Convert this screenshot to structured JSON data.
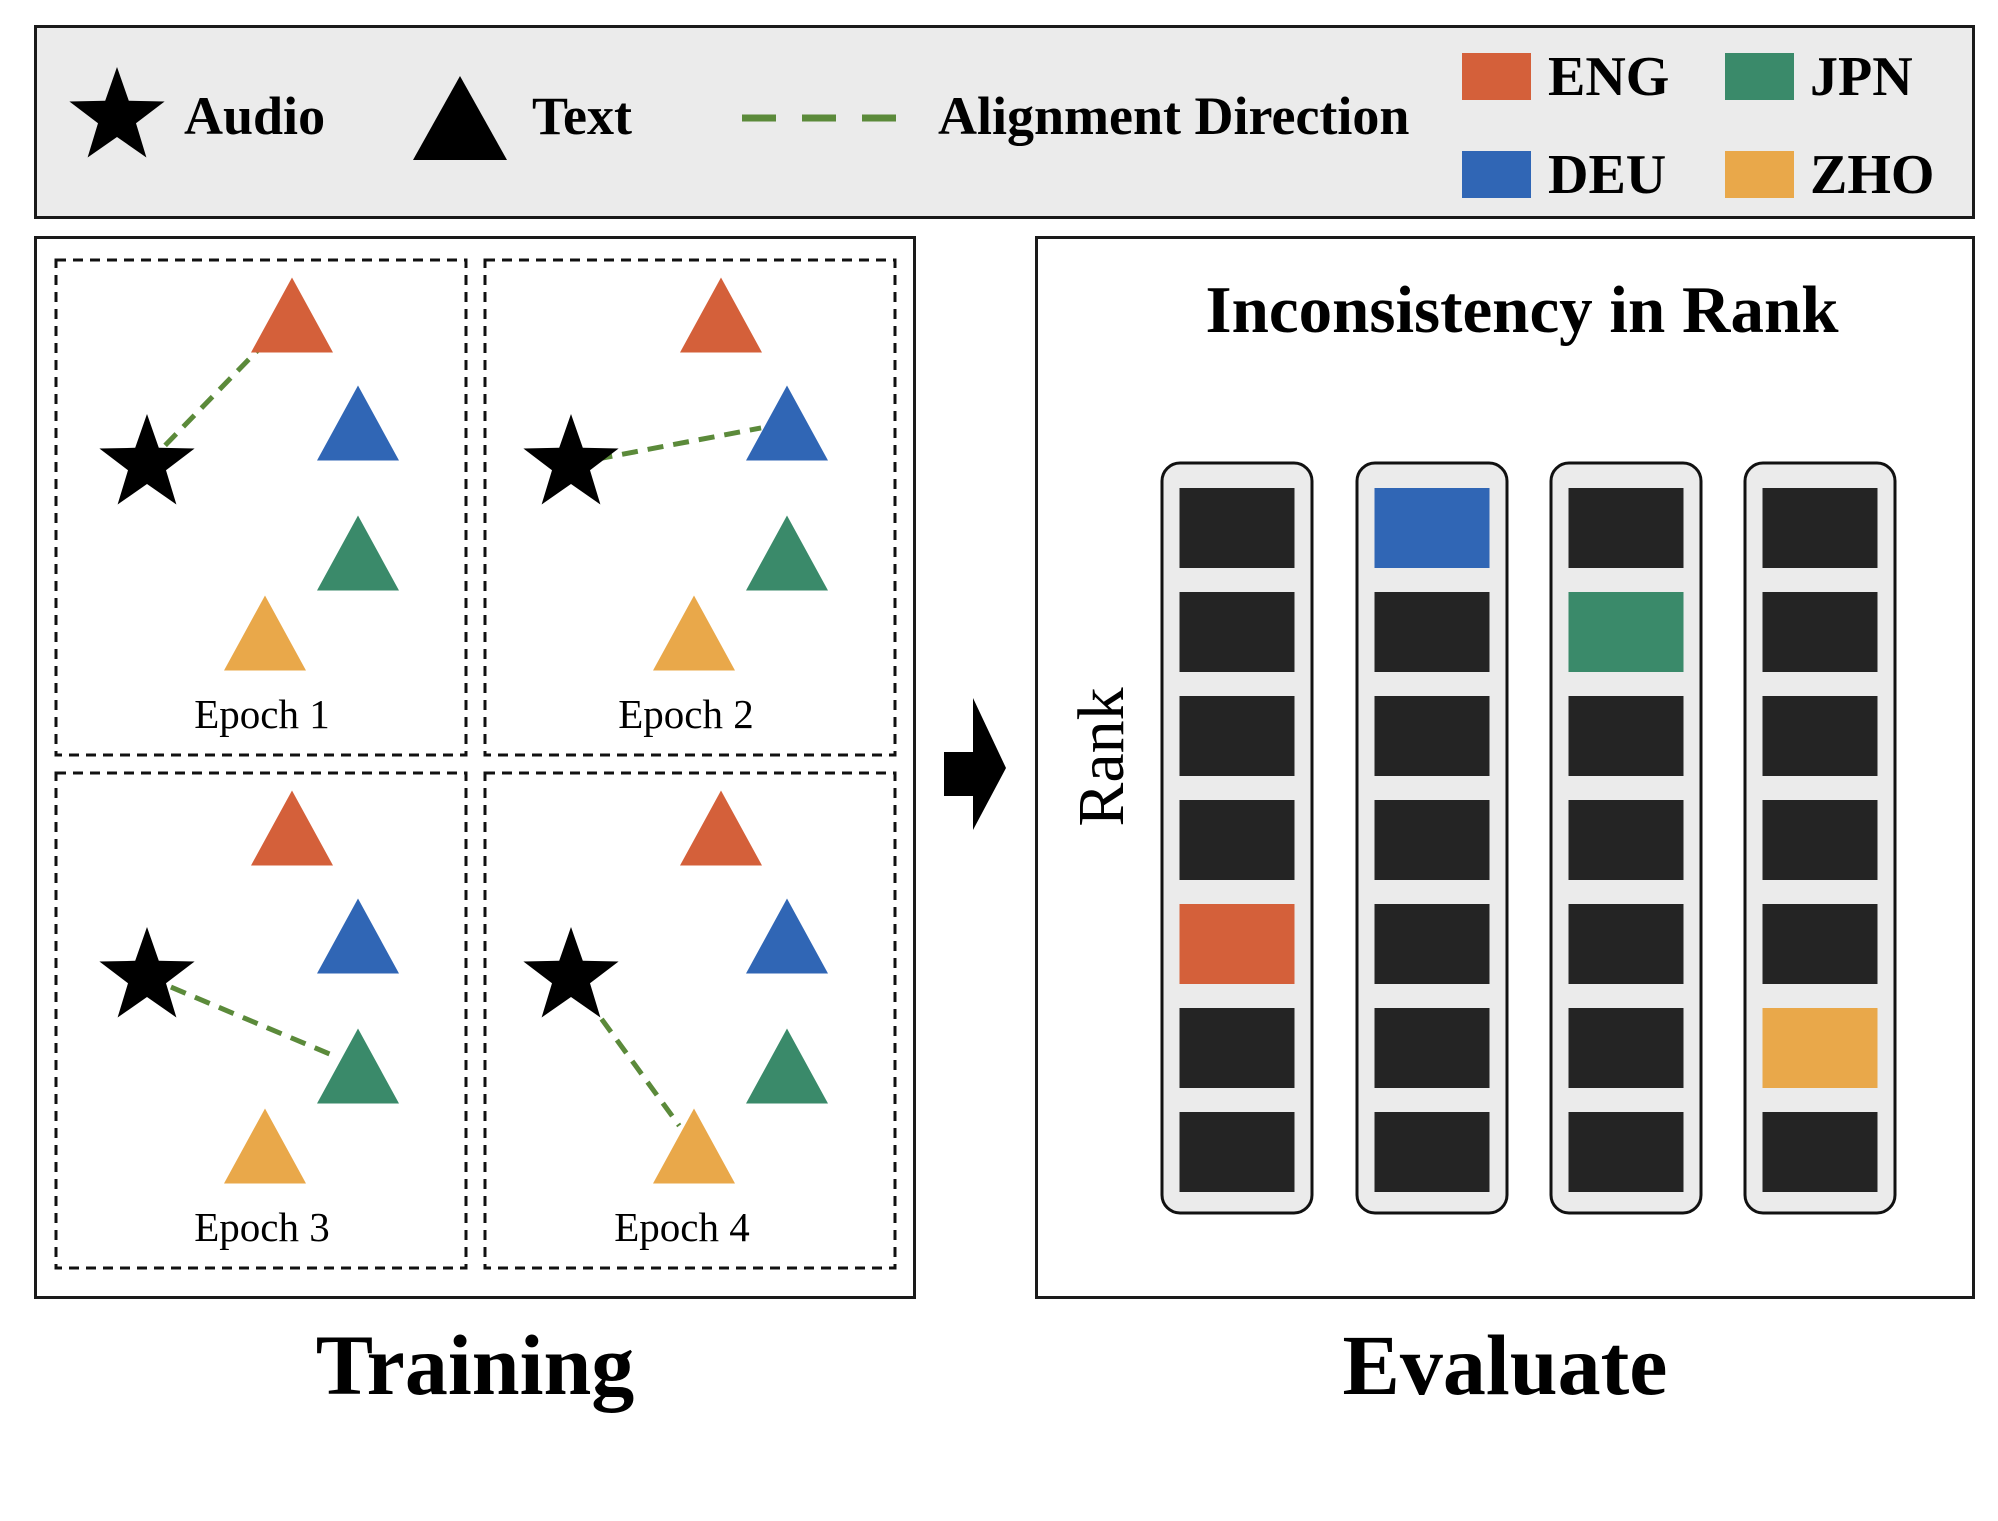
{
  "legend": {
    "audio_label": "Audio",
    "audio_icon": "star-icon",
    "text_label": "Text",
    "text_icon": "triangle-icon",
    "alignment_label": "Alignment Direction",
    "languages": [
      {
        "code": "ENG",
        "color": "#d4603a"
      },
      {
        "code": "JPN",
        "color": "#3a8a6a"
      },
      {
        "code": "DEU",
        "color": "#3066b5"
      },
      {
        "code": "ZHO",
        "color": "#e9a84a"
      }
    ],
    "alignment_color": "#5b8a3a"
  },
  "training": {
    "title": "Training",
    "epochs": [
      {
        "label": "Epoch 1",
        "aligned_to": "ENG"
      },
      {
        "label": "Epoch 2",
        "aligned_to": "DEU"
      },
      {
        "label": "Epoch 3",
        "aligned_to": "JPN"
      },
      {
        "label": "Epoch 4",
        "aligned_to": "ZHO"
      }
    ]
  },
  "evaluate": {
    "title": "Evaluate",
    "panel_title": "Inconsistency in Rank",
    "axis_label": "Rank",
    "rank_cell_color": "#242424",
    "columns": [
      {
        "highlight_lang": "ENG",
        "highlight_rank": 5
      },
      {
        "highlight_lang": "DEU",
        "highlight_rank": 1
      },
      {
        "highlight_lang": "JPN",
        "highlight_rank": 2
      },
      {
        "highlight_lang": "ZHO",
        "highlight_rank": 6
      }
    ],
    "ranks_per_column": 7
  }
}
